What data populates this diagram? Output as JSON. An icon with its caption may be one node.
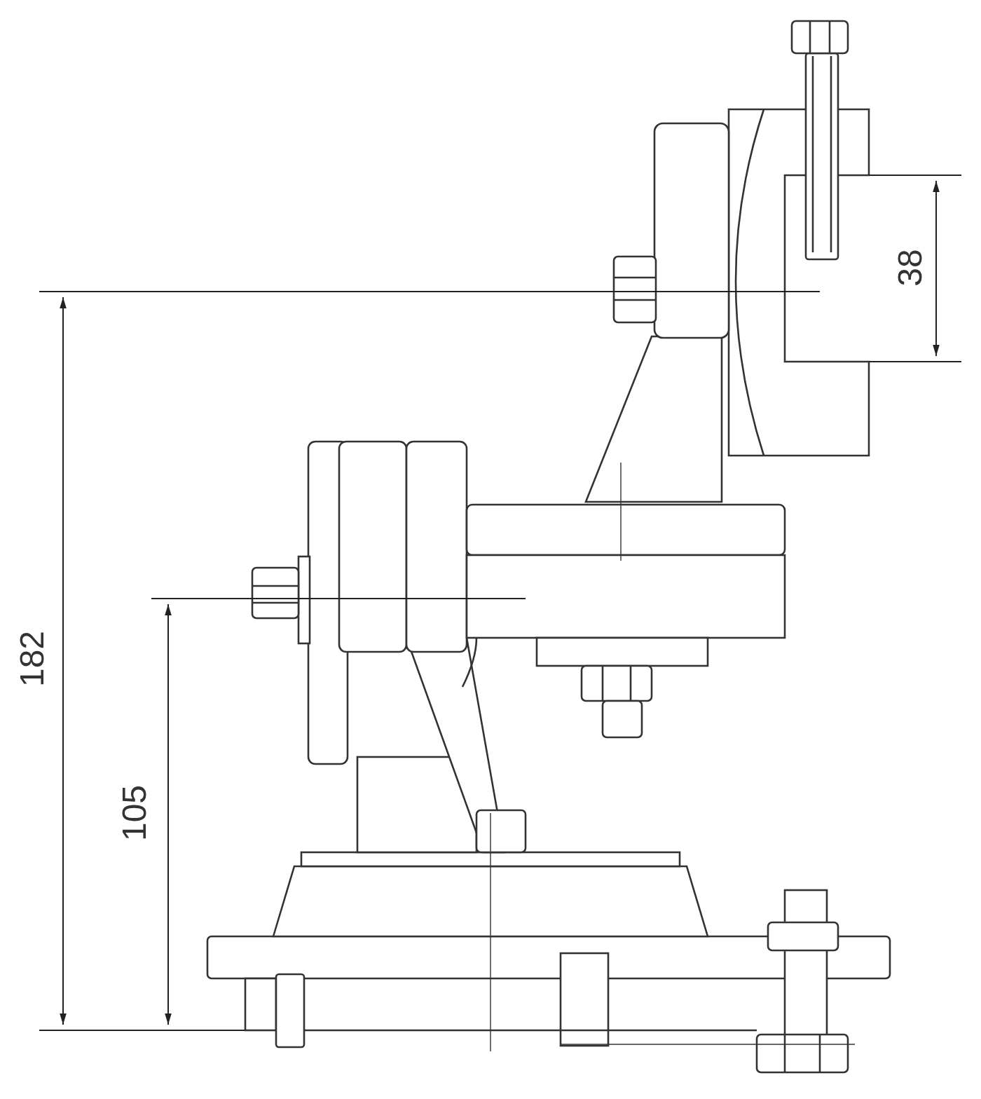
{
  "diagram": {
    "labels": [
      "38",
      "182",
      "105"
    ]
  }
}
